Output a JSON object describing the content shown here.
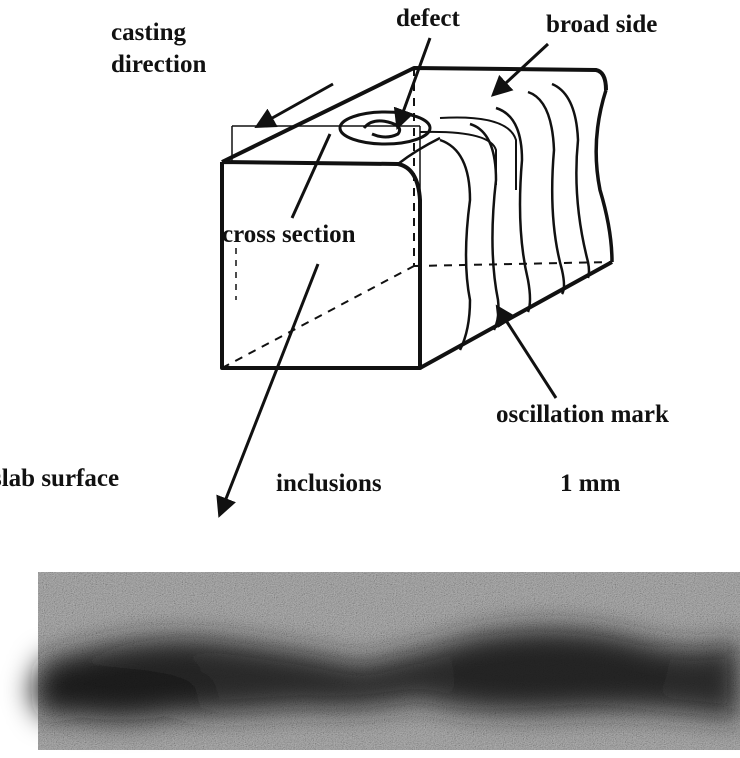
{
  "labels": {
    "casting_direction_line1": "casting",
    "casting_direction_line2": "direction",
    "defect": "defect",
    "broad_side": "broad side",
    "cross_section": "cross section",
    "oscillation_mark": "oscillation mark",
    "slab_surface": "slab surface",
    "inclusions": "inclusions",
    "scale": "1 mm"
  },
  "colors": {
    "ink": "#111111",
    "micrograph_light": "#b8b8b8",
    "micrograph_dark": "#1a1a1a"
  }
}
